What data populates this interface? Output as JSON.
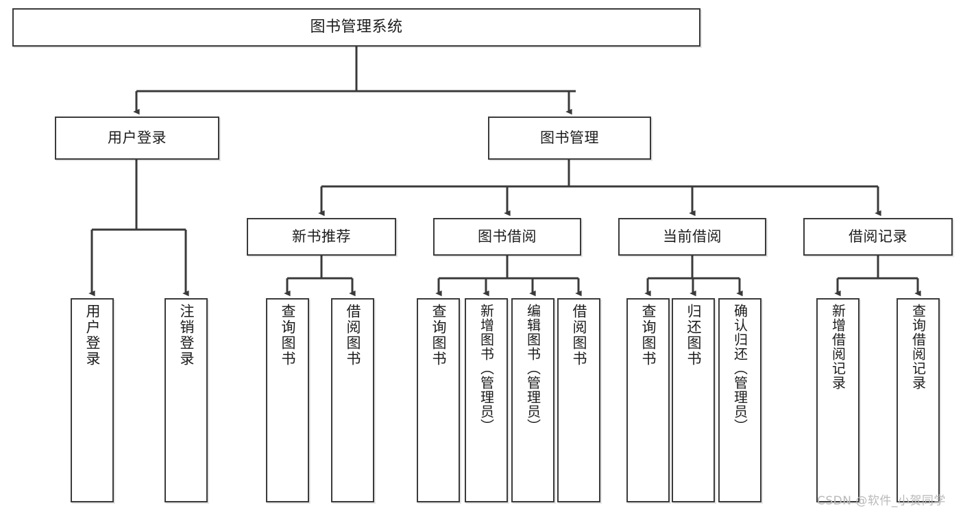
{
  "diagram": {
    "title": "图书管理系统",
    "type": "tree-hierarchy-diagram",
    "root": {
      "label": "图书管理系统"
    },
    "level2": [
      {
        "label": "用户登录"
      },
      {
        "label": "图书管理"
      }
    ],
    "level3": [
      {
        "label": "新书推荐"
      },
      {
        "label": "图书借阅"
      },
      {
        "label": "当前借阅"
      },
      {
        "label": "借阅记录"
      }
    ],
    "leaves": {
      "user_login": [
        {
          "label": "用户登录"
        },
        {
          "label": "注销登录"
        }
      ],
      "new_book_recommend": [
        {
          "label": "查询图书"
        },
        {
          "label": "借阅图书"
        }
      ],
      "book_borrow": [
        {
          "label": "查询图书"
        },
        {
          "label": "新增图书（管理员）"
        },
        {
          "label": "编辑图书（管理员）"
        },
        {
          "label": "借阅图书"
        }
      ],
      "current_borrow": [
        {
          "label": "查询图书"
        },
        {
          "label": "归还图书"
        },
        {
          "label": "确认归还（管理员）"
        }
      ],
      "borrow_record": [
        {
          "label": "新增借阅记录"
        },
        {
          "label": "查询借阅记录"
        }
      ]
    }
  },
  "watermark": {
    "text": "CSDN @软件_小贺同学"
  },
  "colors": {
    "border": "#3a3a3a",
    "background": "#ffffff",
    "text": "#1c1c1c",
    "watermark": "#b9b9b9"
  }
}
